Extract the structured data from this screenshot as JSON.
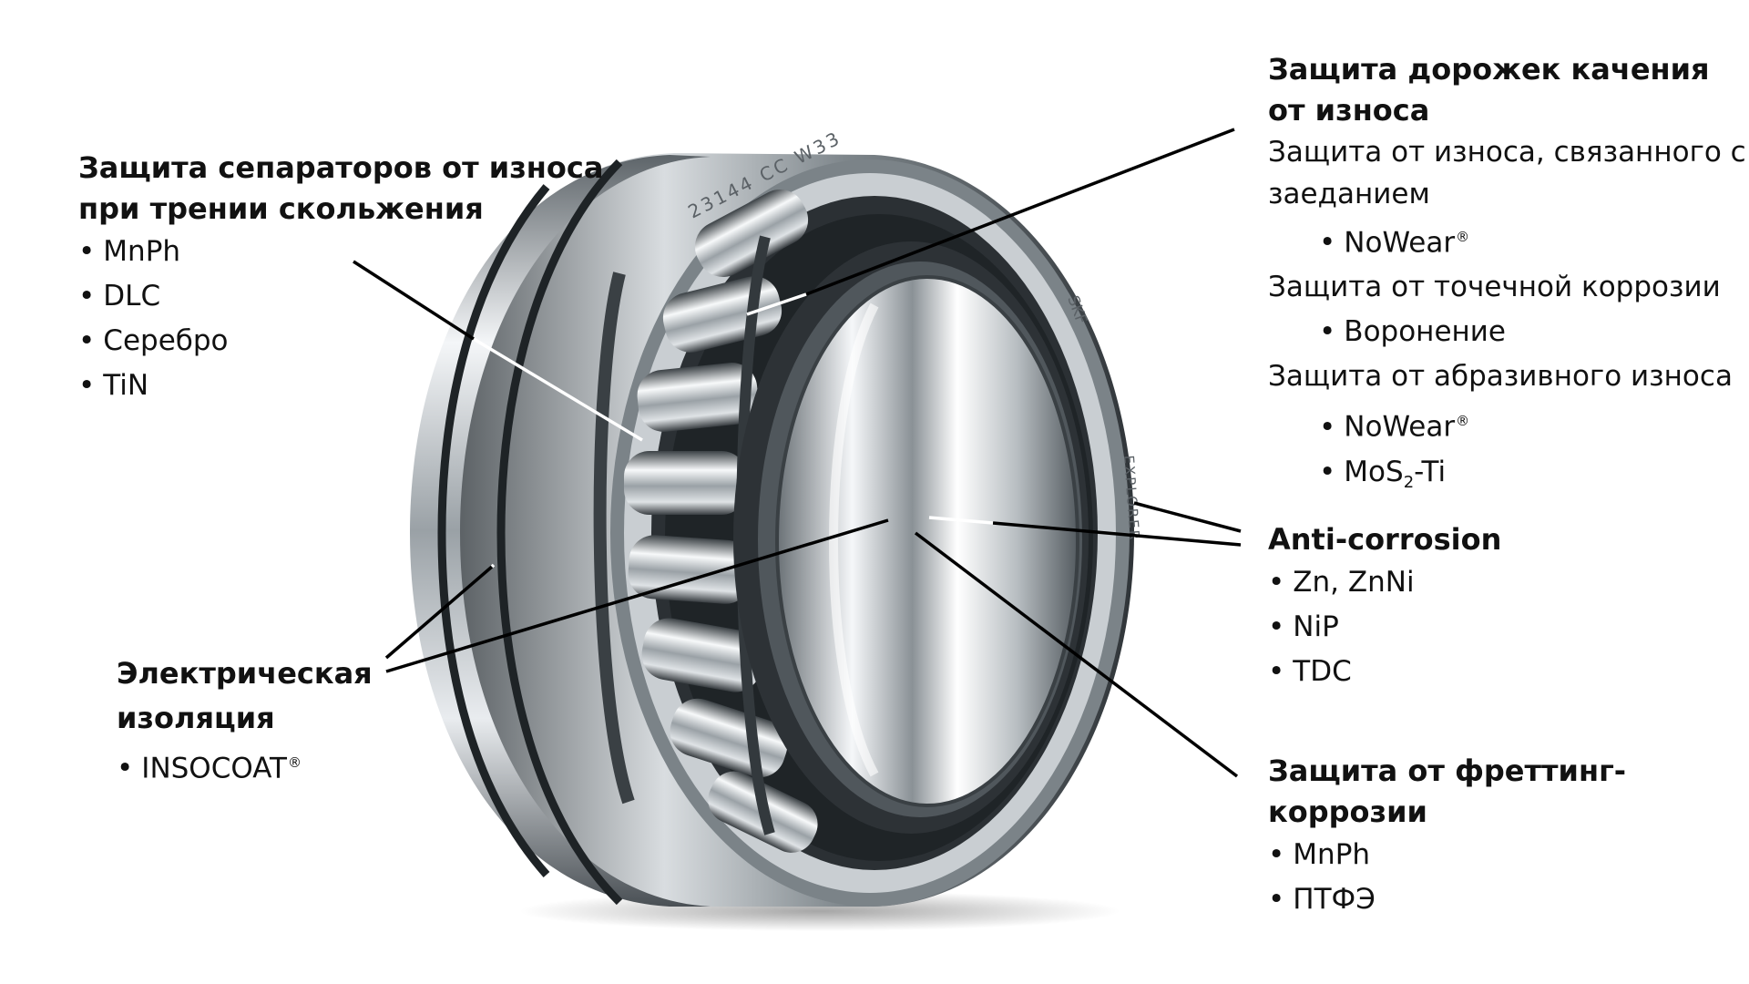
{
  "labels": {
    "cage": {
      "title_lines": [
        "Защита сепараторов от износа",
        "при трении скольжения"
      ],
      "items": [
        "MnPh",
        "DLC",
        "Серебро",
        "TiN"
      ]
    },
    "raceway": {
      "title_lines": [
        "Защита дорожек качения",
        "от износа"
      ],
      "adhesive_lines": [
        "Защита от износа, связанного с",
        "заеданием"
      ],
      "adhesive_item": "NoWear",
      "adhesive_item_mark": "®",
      "pitting": "Защита от точечной коррозии",
      "pitting_item": "Воронение",
      "abrasive": "Защита от абразивного износа",
      "abrasive_item": "NoWear",
      "abrasive_item_mark": "®",
      "mos_prefix": "MoS",
      "mos_sub": "2",
      "mos_suffix": "-Ti"
    },
    "insulation": {
      "title_lines": [
        "Электрическая",
        "изоляция"
      ],
      "item": "INSOCOAT",
      "item_mark": "®"
    },
    "corrosion": {
      "title": "Anti-corrosion",
      "items": [
        "Zn, ZnNi",
        "NiP",
        "TDC"
      ]
    },
    "fretting": {
      "title": "Защита от фреттинг-коррозии",
      "items": [
        "MnPh",
        "ПТФЭ"
      ]
    }
  },
  "bearing": {
    "marking": "23144 CC W33",
    "brand": "SKF",
    "series": "EXPLORER"
  },
  "colors": {
    "text": "#111111",
    "leader": "#000000",
    "steel_dark": "#2a2e31",
    "steel_light": "#e8ecef"
  }
}
